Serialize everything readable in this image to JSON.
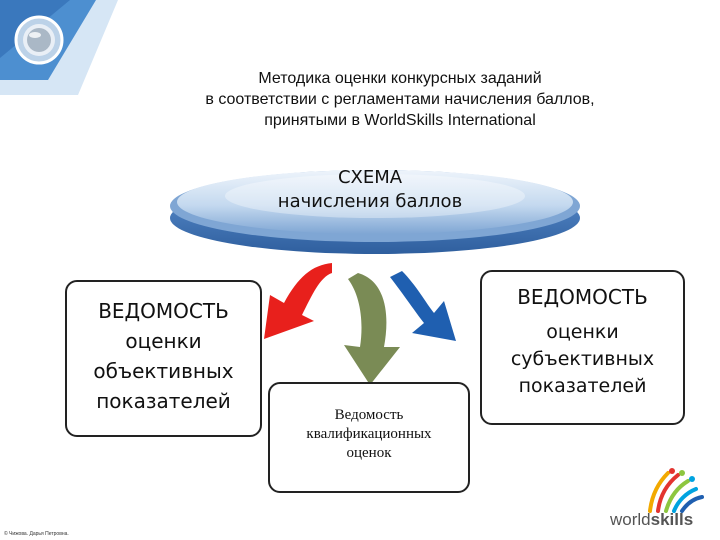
{
  "title": {
    "line1": "Методика оценки конкурсных заданий",
    "line2": "в соответствии с регламентами начисления баллов,",
    "line3": "принятыми в WorldSkills International"
  },
  "scheme": {
    "line1": "СХЕМА",
    "line2": "начисления баллов"
  },
  "box_objective": {
    "line1": "ВЕДОМОСТЬ",
    "line2": "оценки",
    "line3": "объективных",
    "line4": "показателей"
  },
  "box_qualification": {
    "line1": "Ведомость",
    "line2": "квалификационных",
    "line3": "оценок"
  },
  "box_subjective": {
    "line1": "ВЕДОМОСТЬ",
    "line2": "оценки",
    "line3": "субъективных",
    "line4": "показателей"
  },
  "arrows": {
    "left_color": "#e8201c",
    "center_color": "#7a8b55",
    "right_color": "#1f5fb0"
  },
  "corner_colors": {
    "primary": "#4d8fd0",
    "light": "#d6e6f5"
  },
  "footer": {
    "copyright": "© Чижова. Дарья Петровна."
  },
  "logo": {
    "word_light": "world",
    "word_bold": "skills"
  }
}
